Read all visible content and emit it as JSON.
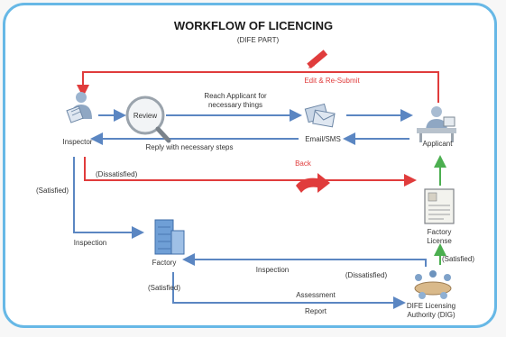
{
  "title": "WORKFLOW OF LICENCING",
  "subtitle": "(DIFE PART)",
  "nodes": {
    "inspector": "Inspector",
    "review": "Review",
    "email": "Email/SMS",
    "applicant": "Applicant",
    "factory": "Factory",
    "factory_license_line1": "Factory",
    "factory_license_line2": "License",
    "authority_line1": "DIFE Licensing",
    "authority_line2": "Authority (DIG)",
    "assessment_line1": "Assessment",
    "assessment_line2": "Report"
  },
  "edges": {
    "edit_resubmit": "Edit & Re-Submit",
    "reach_line1": "Reach Applicant for",
    "reach_line2": "necessary things",
    "reply": "Reply with necessary steps",
    "dissatisfied_top": "(Dissatisfied)",
    "back": "Back",
    "satisfied_left": "(Satisfied)",
    "inspection_left": "Inspection",
    "inspection_bottom": "Inspection",
    "dissatisfied_bottom": "(Dissatisfied)",
    "satisfied_bottom": "(Satisfied)",
    "satisfied_right": "(Satisfied)"
  },
  "colors": {
    "blue_arrow": "#5b86c2",
    "red_arrow": "#e03c3c",
    "green_arrow": "#4caf50",
    "border": "#67b8e6"
  },
  "icons": {
    "inspector": "inspector-person-icon",
    "review": "magnifier-icon",
    "email": "email-envelope-icon",
    "applicant": "applicant-desk-person-icon",
    "factory": "factory-building-icon",
    "factory_license": "license-document-icon",
    "authority": "meeting-table-icon",
    "edit": "pencil-icon",
    "back": "red-curved-arrow-icon"
  }
}
